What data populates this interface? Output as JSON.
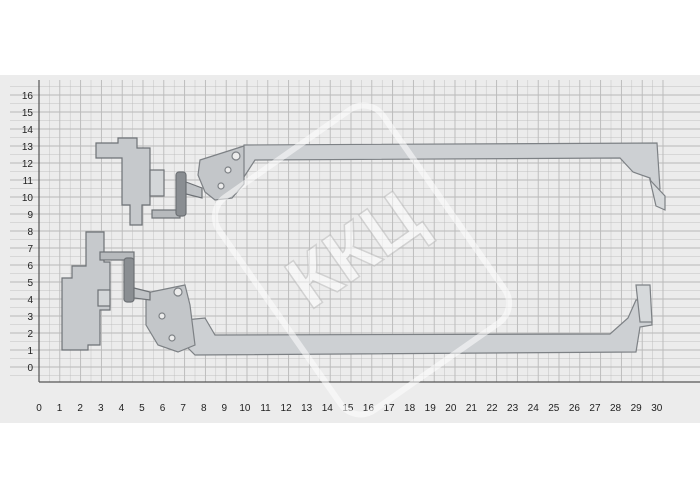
{
  "photo": {
    "subject": "laptop-hinges-pair",
    "watermark": {
      "text": "ККЦ",
      "color": "#d0d0d0"
    },
    "background_color": "#ececec",
    "grid_line_color": "#b9b9b9",
    "metal_color": "#c9ccce"
  },
  "ruler": {
    "x_axis": {
      "start": 0,
      "end": 30,
      "labels": [
        "0",
        "1",
        "2",
        "3",
        "4",
        "5",
        "6",
        "7",
        "8",
        "9",
        "10",
        "11",
        "12",
        "13",
        "14",
        "15",
        "16",
        "17",
        "18",
        "19",
        "20",
        "21",
        "22",
        "23",
        "24",
        "25",
        "26",
        "27",
        "28",
        "29",
        "30"
      ]
    },
    "y_axis": {
      "start": 0,
      "end": 16,
      "labels": [
        "0",
        "1",
        "2",
        "3",
        "4",
        "5",
        "6",
        "7",
        "8",
        "9",
        "10",
        "11",
        "12",
        "13",
        "14",
        "15",
        "16"
      ]
    }
  }
}
